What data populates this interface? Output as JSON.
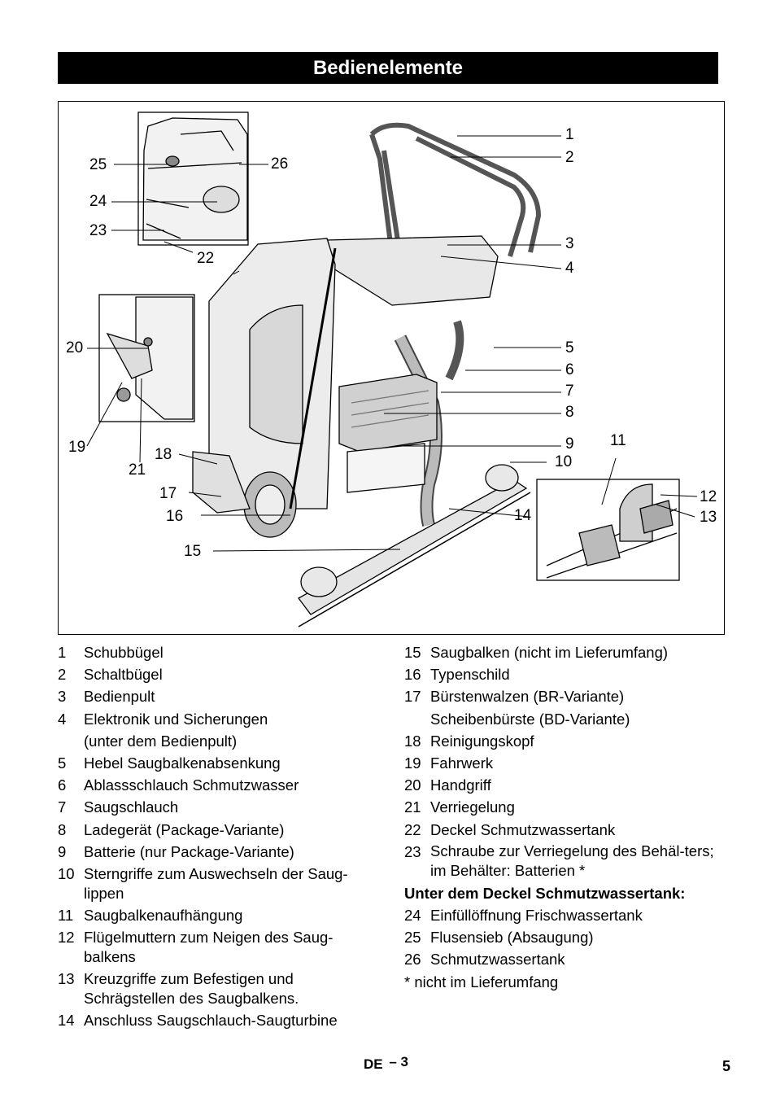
{
  "title": "Bedienelemente",
  "callouts": {
    "c1": "1",
    "c2": "2",
    "c3": "3",
    "c4": "4",
    "c5": "5",
    "c6": "6",
    "c7": "7",
    "c8": "8",
    "c9": "9",
    "c10": "10",
    "c11": "11",
    "c12": "12",
    "c13": "13",
    "c14": "14",
    "c15": "15",
    "c16": "16",
    "c17": "17",
    "c18": "18",
    "c19": "19",
    "c20": "20",
    "c21": "21",
    "c22": "22",
    "c23": "23",
    "c24": "24",
    "c25": "25",
    "c26": "26"
  },
  "legend_left": [
    {
      "num": "1",
      "text": "Schubbügel"
    },
    {
      "num": "2",
      "text": "Schaltbügel"
    },
    {
      "num": "3",
      "text": "Bedienpult"
    },
    {
      "num": "4",
      "text": "Elektronik und Sicherungen",
      "text2": "(unter dem Bedienpult)"
    },
    {
      "num": "5",
      "text": "Hebel Saugbalkenabsenkung"
    },
    {
      "num": "6",
      "text": "Ablassschlauch Schmutzwasser"
    },
    {
      "num": "7",
      "text": "Saugschlauch"
    },
    {
      "num": "8",
      "text": "Ladegerät (Package-Variante)"
    },
    {
      "num": "9",
      "text": "Batterie (nur Package-Variante)"
    },
    {
      "num": "10",
      "text": "Sterngriffe zum Auswechseln der Saug-lippen"
    },
    {
      "num": "11",
      "text": "Saugbalkenaufhängung"
    },
    {
      "num": "12",
      "text": "Flügelmuttern zum Neigen des Saug-balkens"
    },
    {
      "num": "13",
      "text": "Kreuzgriffe zum Befestigen und Schrägstellen des Saugbalkens."
    },
    {
      "num": "14",
      "text": "Anschluss Saugschlauch-Saugturbine"
    }
  ],
  "legend_right": [
    {
      "num": "15",
      "text": "Saugbalken (nicht im Lieferumfang)"
    },
    {
      "num": "16",
      "text": "Typenschild"
    },
    {
      "num": "17",
      "text": "Bürstenwalzen (BR-Variante)",
      "text2": "Scheibenbürste (BD-Variante)"
    },
    {
      "num": "18",
      "text": "Reinigungskopf"
    },
    {
      "num": "19",
      "text": "Fahrwerk"
    },
    {
      "num": "20",
      "text": "Handgriff"
    },
    {
      "num": "21",
      "text": "Verriegelung"
    },
    {
      "num": "22",
      "text": "Deckel Schmutzwassertank"
    },
    {
      "num": "23",
      "text": "Schraube zur Verriegelung des Behäl-ters; im Behälter: Batterien *"
    }
  ],
  "subheading": "Unter dem Deckel Schmutzwassertank:",
  "legend_right_2": [
    {
      "num": "24",
      "text": "Einfüllöffnung Frischwassertank"
    },
    {
      "num": "25",
      "text": "Flusensieb (Absaugung)"
    },
    {
      "num": "26",
      "text": "Schmutzwassertank"
    }
  ],
  "footnote": "* nicht im Lieferumfang",
  "footer": {
    "lang": "DE",
    "dash_page": "– 3",
    "page": "5"
  }
}
